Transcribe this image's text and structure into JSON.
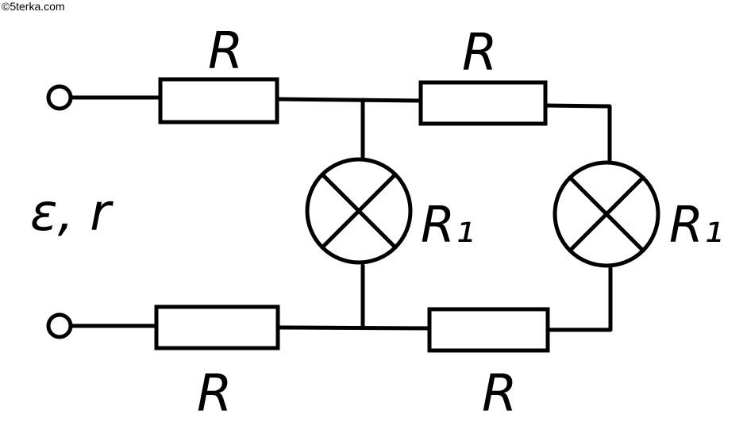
{
  "watermark": "©5terka.com",
  "labels": {
    "resistor_top_left": "R",
    "resistor_top_right": "R",
    "resistor_bottom_left": "R",
    "resistor_bottom_right": "R",
    "lamp_left": "R₁",
    "lamp_right": "R₁",
    "source": "ε, r"
  },
  "colors": {
    "ink": "#000000",
    "background": "#ffffff"
  }
}
